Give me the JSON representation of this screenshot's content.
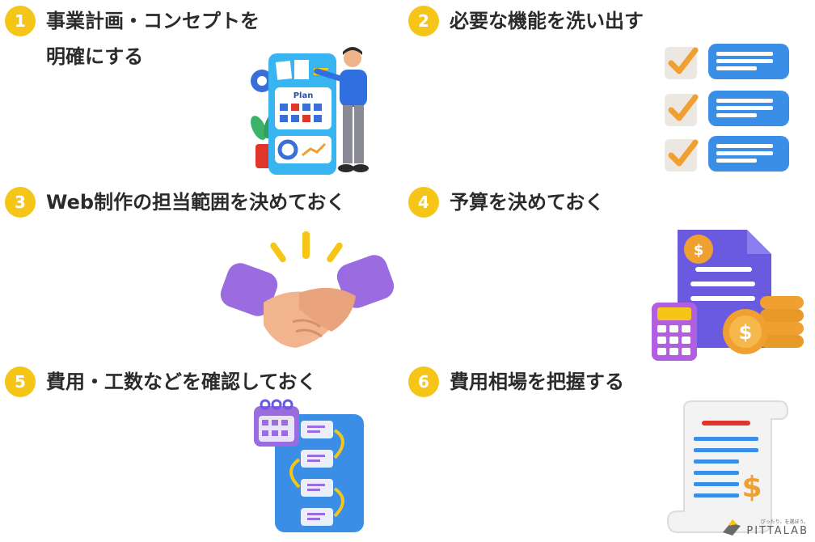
{
  "steps": [
    {
      "number": "1",
      "title_line1": "事業計画・コンセプトを",
      "title_line2": "明確にする",
      "illustration": "presentation-plan-illustration"
    },
    {
      "number": "2",
      "title_line1": "必要な機能を洗い出す",
      "illustration": "checklist-illustration"
    },
    {
      "number": "3",
      "title_line1": "Web制作の担当範囲を決めておく",
      "illustration": "handshake-illustration"
    },
    {
      "number": "4",
      "title_line1": "予算を決めておく",
      "illustration": "budget-calculator-coins-illustration"
    },
    {
      "number": "5",
      "title_line1": "費用・工数などを確認しておく",
      "illustration": "calendar-flowchart-illustration"
    },
    {
      "number": "6",
      "title_line1": "費用相場を把握する",
      "illustration": "receipt-dollar-illustration"
    }
  ],
  "plan_label": "Plan",
  "brand": {
    "tagline": "ぴったり、を選ぼう。",
    "name": "PITTALAB"
  },
  "colors": {
    "badge": "#f5c518",
    "text": "#2b2b2b",
    "blue": "#3a8ee6",
    "purple": "#9b6be0",
    "orange": "#f0a030"
  }
}
